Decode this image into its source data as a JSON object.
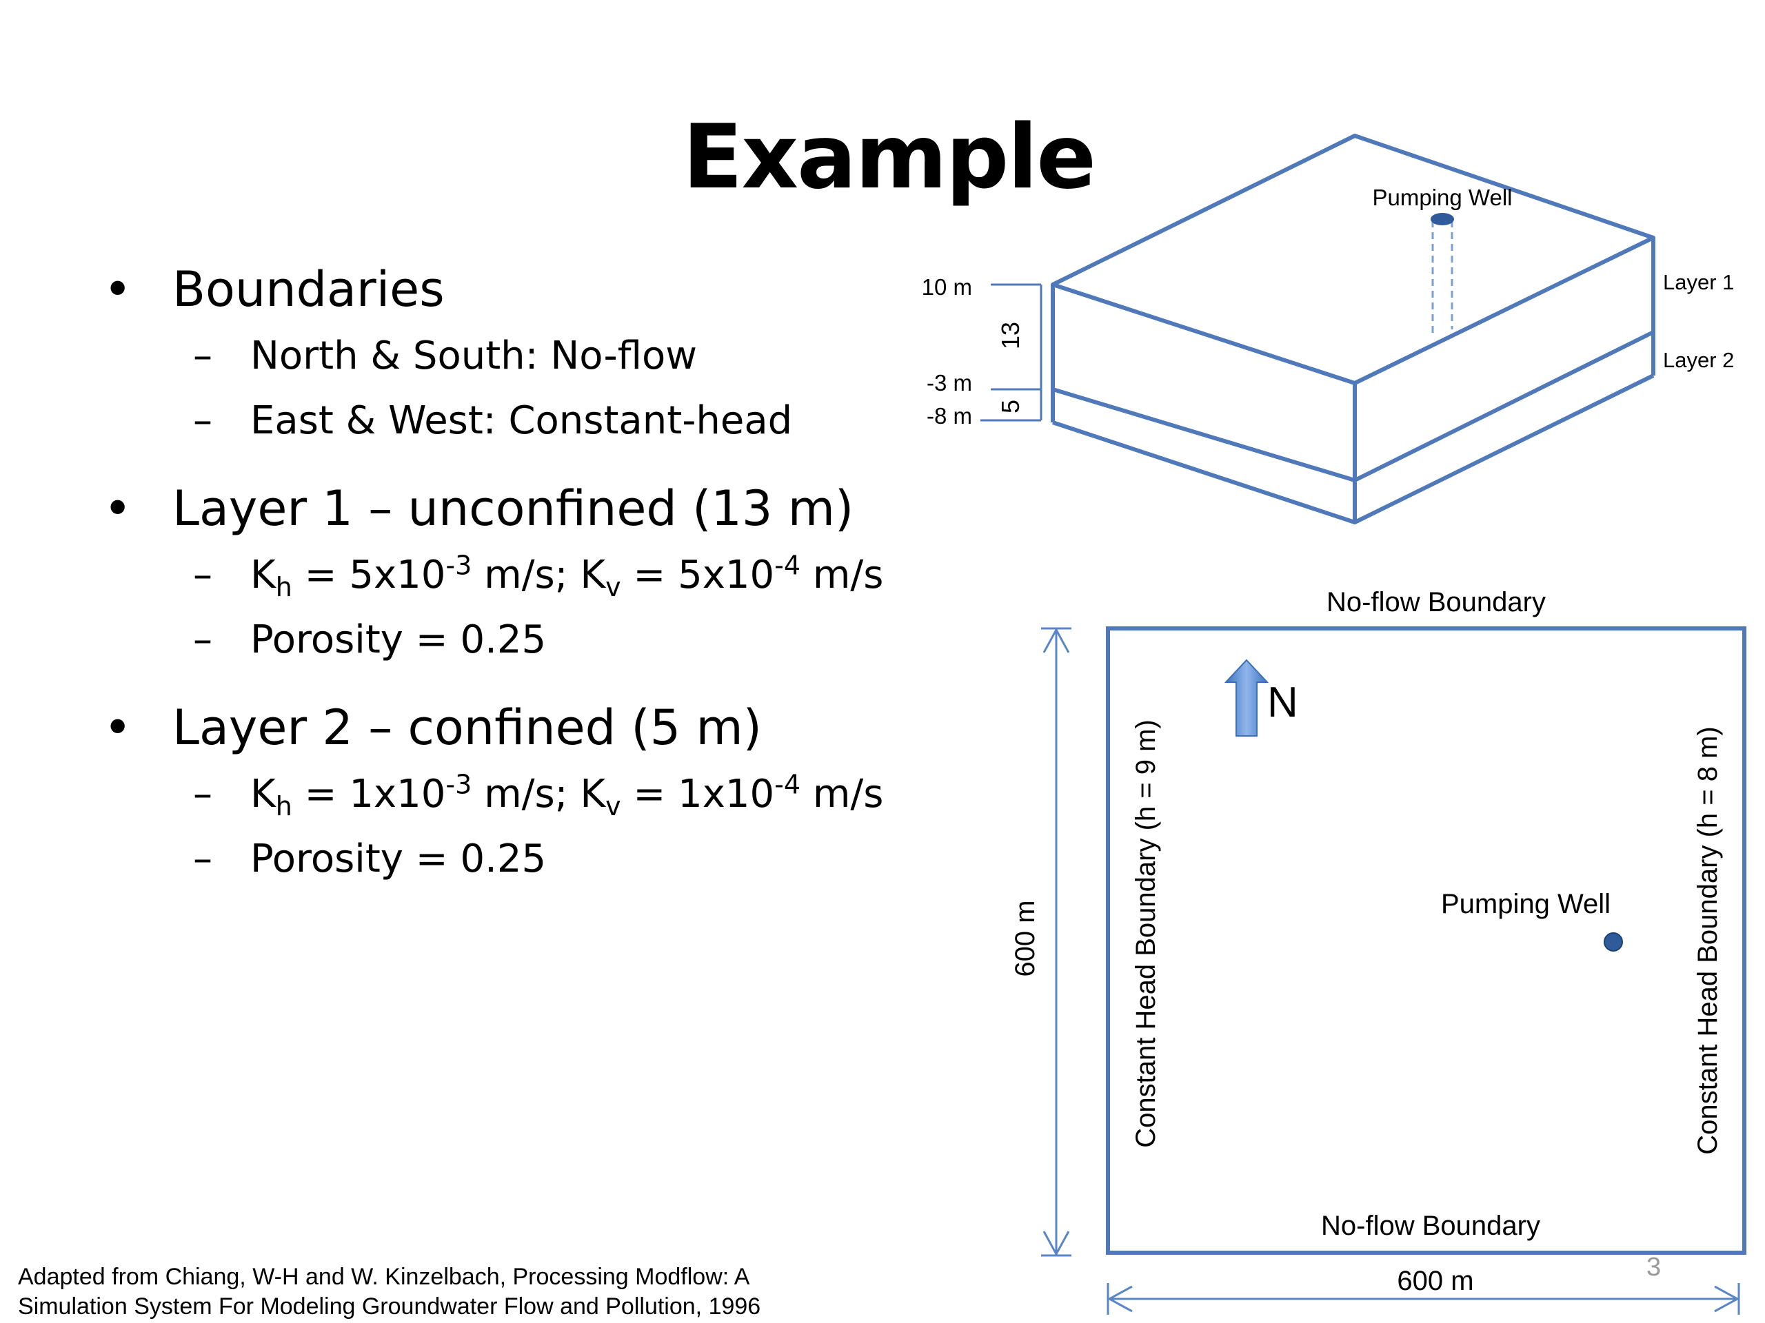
{
  "slide": {
    "title": "Example",
    "slide_number": "3",
    "citation": {
      "line1": "Adapted from Chiang, W-H and W. Kinzelbach, Processing Modflow: A",
      "line2": "Simulation System For Modeling Groundwater Flow and Pollution, 1996"
    }
  },
  "bullets": {
    "boundaries": {
      "label": "Boundaries",
      "north_south": "North & South: No-flow",
      "east_west": "East & West: Constant-head"
    },
    "layer1": {
      "label": "Layer 1 – unconfined (13 m)",
      "kh_prefix": "K",
      "kh_sub": "h",
      "kh_value": " = 5x10",
      "kh_exp": "-3",
      "kh_unit": " m/s; K",
      "kv_sub": "v",
      "kv_value": " = 5x10",
      "kv_exp": "-4",
      "kv_unit": " m/s",
      "porosity": "Porosity = 0.25"
    },
    "layer2": {
      "label": "Layer 2 – confined (5 m)",
      "kh_prefix": "K",
      "kh_sub": "h",
      "kh_value": " = 1x10",
      "kh_exp": "-3",
      "kh_unit": " m/s; K",
      "kv_sub": "v",
      "kv_value": " = 1x10",
      "kv_exp": "-4",
      "kv_unit": " m/s",
      "porosity": "Porosity = 0.25"
    },
    "bullet_char": "•",
    "dash_char": "–"
  },
  "block_diagram": {
    "pumping_well": "Pumping Well",
    "layer1": "Layer 1",
    "layer2": "Layer 2",
    "elev_top": "10 m",
    "elev_mid": "-3 m",
    "elev_bottom": "-8 m",
    "thickness_layer1": "13",
    "thickness_layer2": "5"
  },
  "plan_view": {
    "north_boundary": "No-flow Boundary",
    "south_boundary": "No-flow Boundary",
    "west_boundary": "Constant Head Boundary (h = 9 m)",
    "east_boundary": "Constant Head Boundary (h = 8 m)",
    "north_label": "N",
    "pumping_well": "Pumping Well",
    "height_dim": "600 m",
    "width_dim": "600 m"
  },
  "colors": {
    "diagram_blue": "#4f79b9",
    "well_fill": "#2f5b9a",
    "arrow_fill": "#5b8fd6",
    "dimension_blue": "#5a86c6",
    "slide_number_gray": "#9a9a9a"
  }
}
